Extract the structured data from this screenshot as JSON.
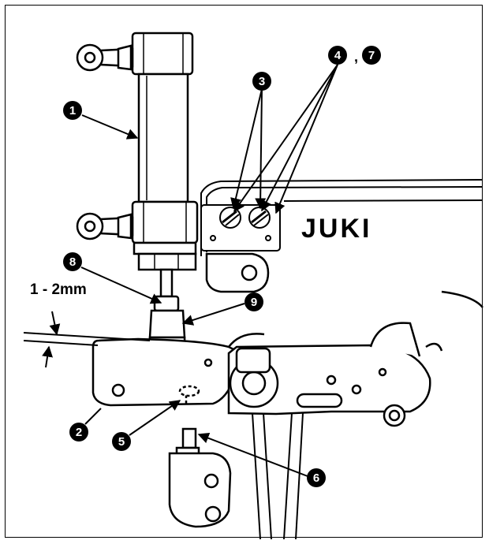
{
  "dimension_label": "1 - 2mm",
  "logo_text": "JUKI",
  "callouts": {
    "c1": "1",
    "c2": "2",
    "c3": "3",
    "c4": "4",
    "c5": "5",
    "c6": "6",
    "c7": "7",
    "c8": "8",
    "c9": "9",
    "separator": ","
  },
  "colors": {
    "line": "#000000",
    "background": "#ffffff"
  }
}
